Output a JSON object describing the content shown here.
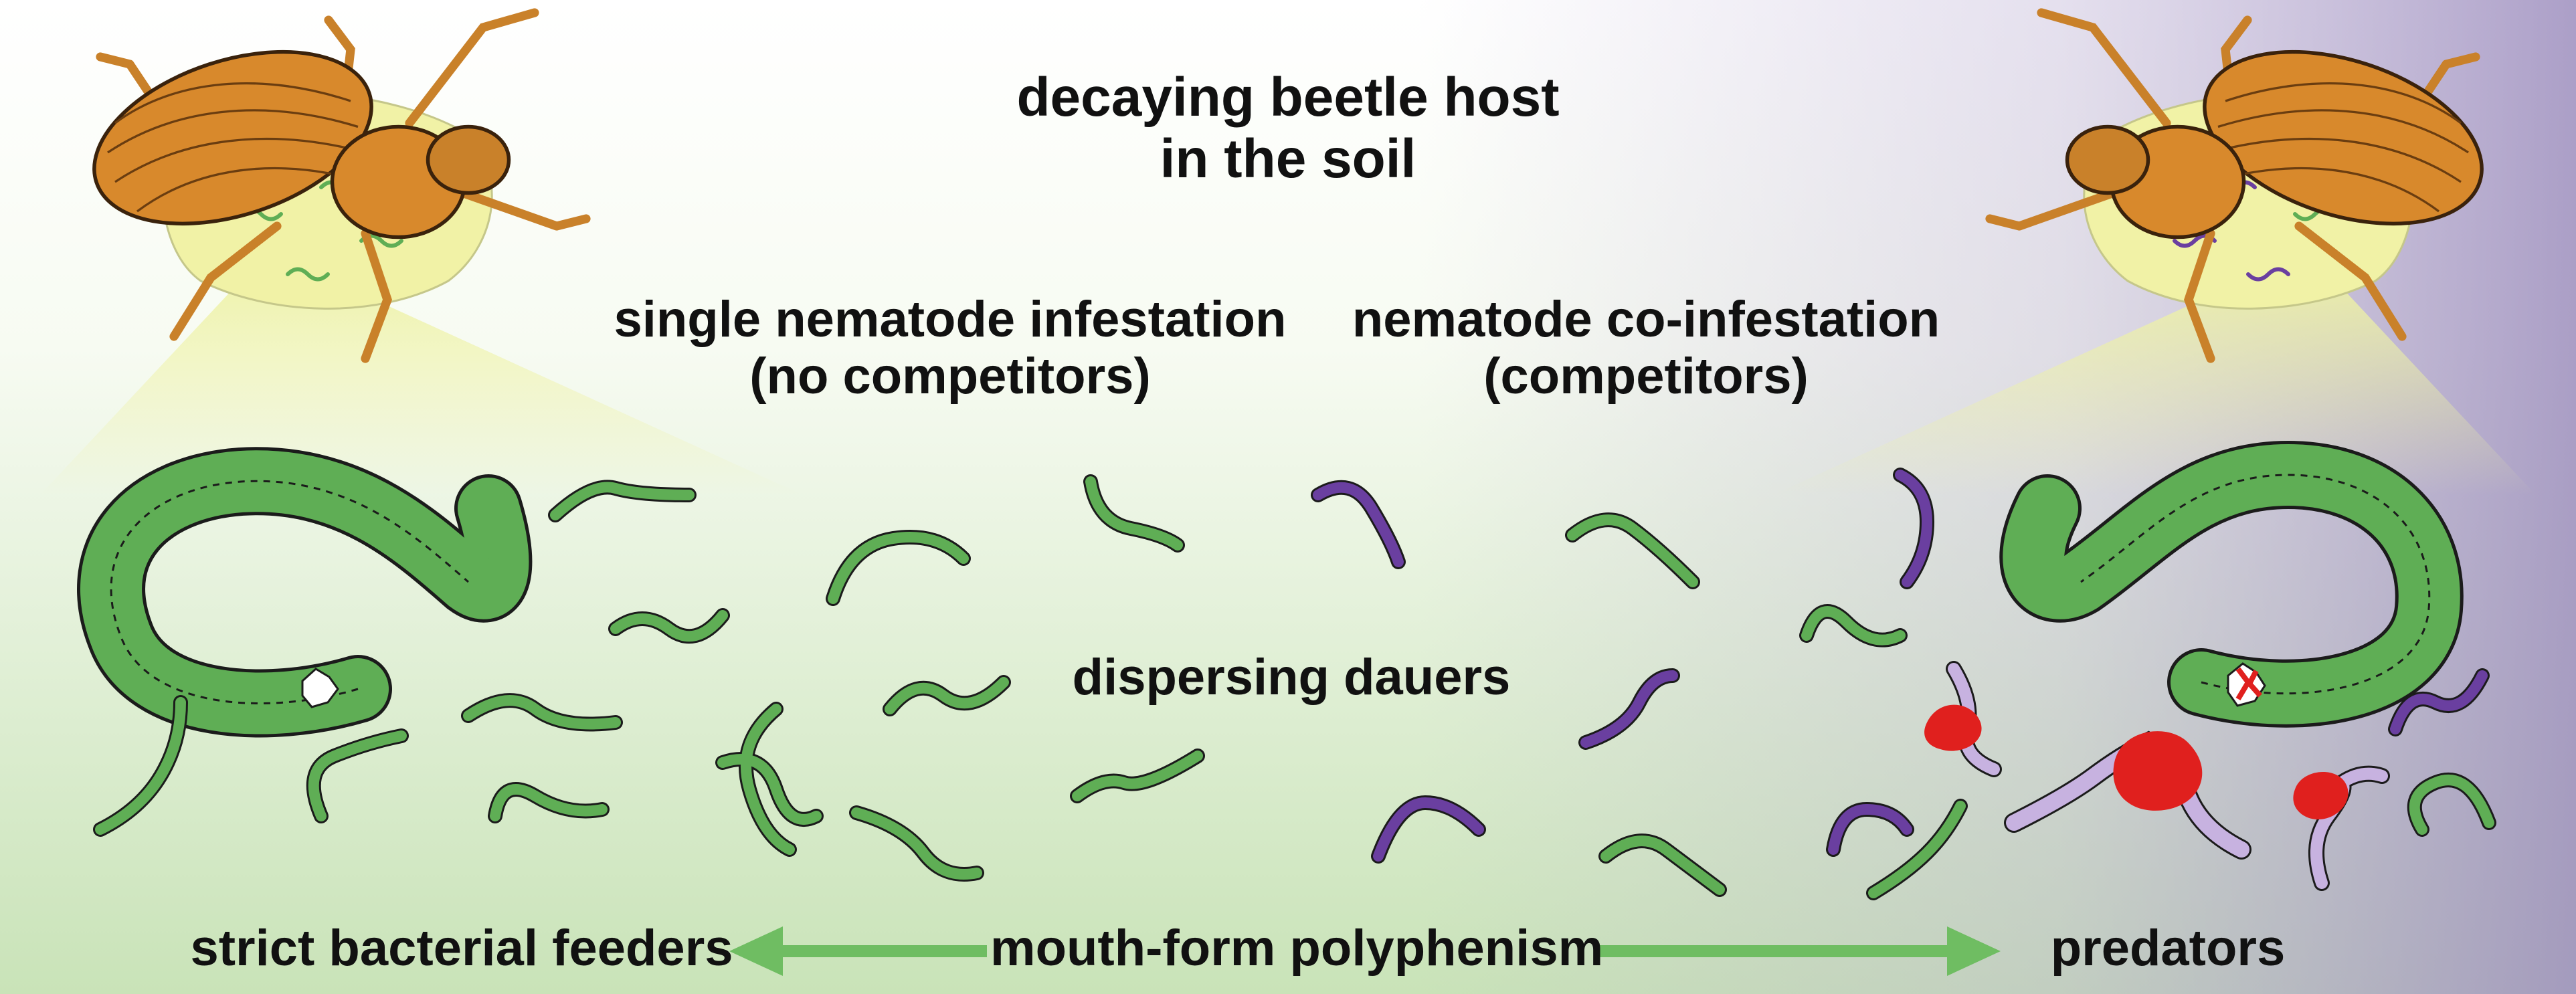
{
  "title": {
    "line1": "decaying beetle host",
    "line2": "in the soil"
  },
  "left_condition": {
    "line1": "single nematode infestation",
    "line2": "(no competitors)"
  },
  "right_condition": {
    "line1": "nematode co-infestation",
    "line2": "(competitors)"
  },
  "middle_label": "dispersing dauers",
  "bottom": {
    "left": "strict bacterial feeders",
    "center": "mouth-form polyphenism",
    "right": "predators"
  },
  "colors": {
    "nematode_green": "#5fae55",
    "competitor_purple": "#6a3fa0",
    "prey_lavender": "#c7b2e0",
    "blood_red": "#e0201e",
    "beetle_orange": "#d8892c",
    "arrow_green": "#6fbd62"
  },
  "icons": [
    "beetle-icon",
    "nematode-icon",
    "predator-mouth-icon",
    "arrow-left-icon",
    "arrow-right-icon"
  ]
}
